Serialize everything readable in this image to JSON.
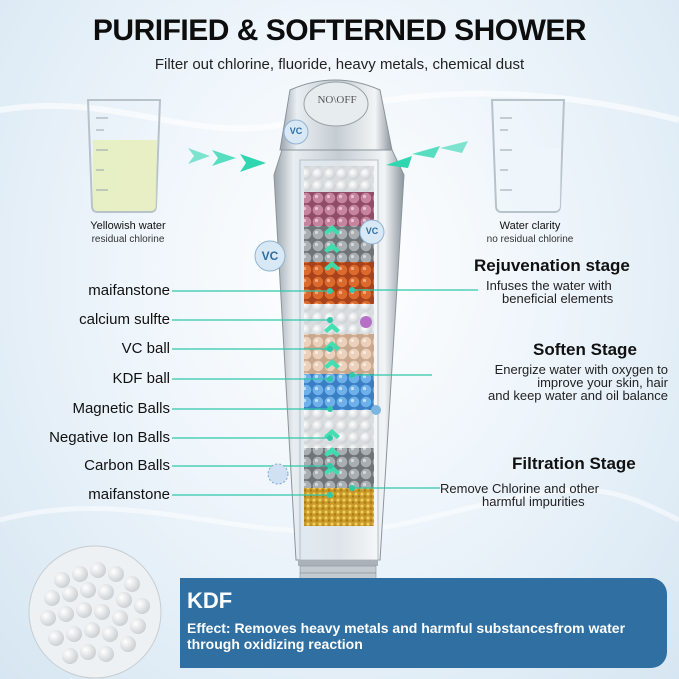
{
  "header": {
    "title": "PURIFIED & SOFTERNED SHOWER",
    "subtitle": "Filter out chlorine, fluoride, heavy metals, chemical dust"
  },
  "shower_head": {
    "switch_text": "NO\\OFF",
    "badges": [
      "VC",
      "VC",
      "VC"
    ]
  },
  "beakers": {
    "left": {
      "title": "Yellowish water",
      "sub": "residual chlorine"
    },
    "right": {
      "title": "Water clarity",
      "sub": "no residual chlorine"
    }
  },
  "layers": [
    "maifanstone",
    "calcium sulfte",
    "VC ball",
    "KDF ball",
    "Magnetic Balls",
    "Negative Ion Balls",
    "Carbon Balls",
    "maifanstone"
  ],
  "stages": [
    {
      "title": "Rejuvenation stage",
      "desc": [
        "Infuses the water with",
        "beneficial elements"
      ]
    },
    {
      "title": "Soften Stage",
      "desc": [
        "Energize water with oxygen to",
        "improve your skin, hair",
        "and keep water and oil balance"
      ]
    },
    {
      "title": "Filtration Stage",
      "desc": [
        "Remove Chlorine and other",
        "harmful impurities"
      ]
    }
  ],
  "kdf": {
    "title": "KDF",
    "text": "Effect: Removes heavy metals and harmful substancesfrom water through oxidizing reaction"
  },
  "colors": {
    "accent_teal": "#2fc8a8",
    "panel_blue": "#2f6fa1",
    "background": "#e6f0f8"
  }
}
